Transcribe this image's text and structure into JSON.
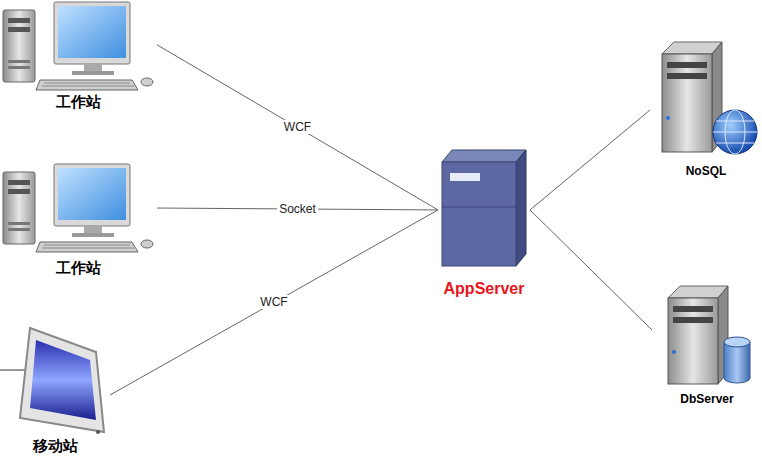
{
  "diagram": {
    "nodes": [
      {
        "text": [
          "工作站"
        ]
      },
      {
        "text": [
          "工作站"
        ]
      },
      {
        "text": [
          "移动站"
        ]
      },
      {
        "text": [
          "AppServer"
        ]
      },
      {
        "text": [
          "NoSQL"
        ]
      },
      {
        "text": [
          "DbServer"
        ]
      }
    ],
    "edges": [
      {
        "from": 0,
        "to": 3,
        "label": "WCF",
        "arrow": "none"
      },
      {
        "from": 1,
        "to": 3,
        "label": "Socket",
        "arrow": "none"
      },
      {
        "from": 2,
        "to": 3,
        "label": "WCF",
        "arrow": "none"
      },
      {
        "from": 3,
        "to": 4,
        "arrow": "none"
      },
      {
        "from": 3,
        "to": 5,
        "arrow": "none"
      }
    ]
  }
}
